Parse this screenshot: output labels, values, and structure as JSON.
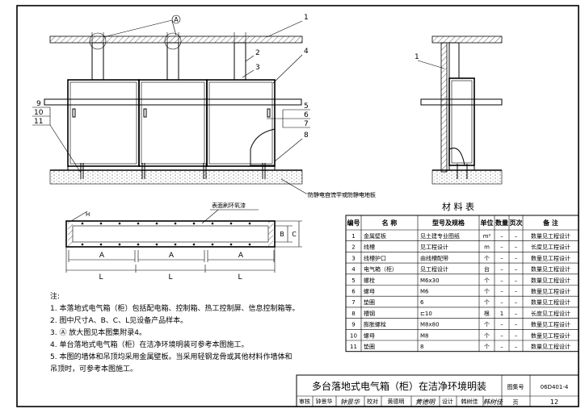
{
  "callouts": {
    "detail_ref": "A",
    "front": [
      "1",
      "2",
      "3",
      "4",
      "5",
      "6",
      "7",
      "8",
      "9",
      "10",
      "11"
    ],
    "side": [
      "1"
    ]
  },
  "labels": {
    "antistatic_floor": "防静电自流平或防静电地板",
    "surface_spray": "表面刷环氧漆",
    "plan_mark": "H",
    "dim_A": "A",
    "dim_L": "L",
    "dim_B": "B",
    "dim_C": "C"
  },
  "notes": {
    "heading": "注:",
    "items": [
      "1. 本落地式电气箱（柜）包括配电箱、控制箱、热工控制屏、信息控制箱等。",
      "2. 图中尺寸A、B、C、L见设备产品样本。",
      "3. Ⓐ 放大图见本图集附录4。",
      "4. 单台落地式电气箱（柜）在洁净环境明装可参考本图施工。",
      "5. 本图的墙体和吊顶均采用金属壁板。当采用轻钢龙骨或其他材料作墙体和",
      "    吊顶时，可参考本图施工。"
    ]
  },
  "materials": {
    "title": "材 料 表",
    "headers": [
      "编号",
      "名 称",
      "型号及规格",
      "单位",
      "数量",
      "页次",
      "备 注"
    ],
    "rows": [
      [
        "1",
        "金属壁板",
        "见土建专业图纸",
        "m²",
        "–",
        "–",
        "数量见工程设计"
      ],
      [
        "2",
        "线槽",
        "见工程设计",
        "m",
        "–",
        "–",
        "长度见工程设计"
      ],
      [
        "3",
        "线槽护口",
        "由线槽配带",
        "个",
        "–",
        "–",
        "数量见工程设计"
      ],
      [
        "4",
        "电气箱（柜）",
        "见工程设计",
        "台",
        "–",
        "–",
        "数量见工程设计"
      ],
      [
        "5",
        "螺栓",
        "M6x30",
        "个",
        "–",
        "–",
        "数量见工程设计"
      ],
      [
        "6",
        "螺母",
        "M6",
        "个",
        "–",
        "–",
        "数量见工程设计"
      ],
      [
        "7",
        "垫圈",
        "6",
        "个",
        "–",
        "–",
        "数量见工程设计"
      ],
      [
        "8",
        "槽钢",
        "⊏10",
        "根",
        "1",
        "–",
        "长度见工程设计"
      ],
      [
        "9",
        "膨胀螺栓",
        "M8x80",
        "个",
        "–",
        "–",
        "数量见工程设计"
      ],
      [
        "10",
        "螺母",
        "M8",
        "个",
        "–",
        "–",
        "数量见工程设计"
      ],
      [
        "11",
        "垫圈",
        "8",
        "个",
        "–",
        "–",
        "数量见工程设计"
      ]
    ]
  },
  "title_block": {
    "title": "多台落地式电气箱（柜）在洁净环境明装",
    "atlas_label": "图集号",
    "atlas_no": "06D401-4",
    "review": "审核",
    "reviewer": "钟景华",
    "check": "校对",
    "checker": "黄德明",
    "design": "设计",
    "designer": "韩树佳",
    "page_label": "页",
    "page_no": "12"
  }
}
